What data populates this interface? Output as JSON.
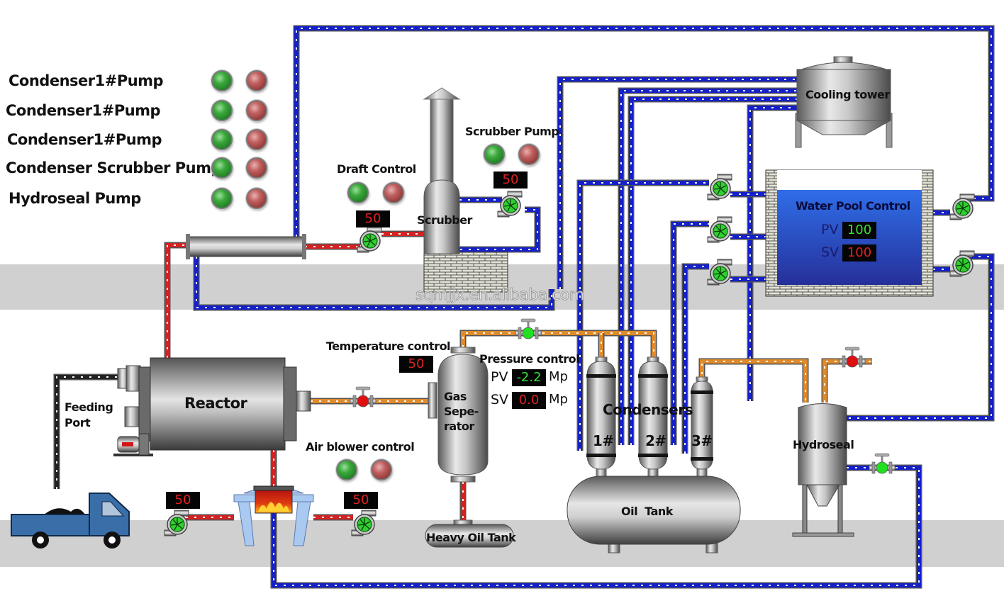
{
  "pump_panel": [
    {
      "label": "Condenser1#Pump",
      "run_state": "on",
      "stop_state": "off"
    },
    {
      "label": "Condenser1#Pump",
      "run_state": "on",
      "stop_state": "off"
    },
    {
      "label": "Condenser1#Pump",
      "run_state": "on",
      "stop_state": "off"
    },
    {
      "label": "Condenser Scrubber Pump",
      "run_state": "on",
      "stop_state": "off"
    },
    {
      "label": "Hydroseal Pump",
      "run_state": "on",
      "stop_state": "off"
    }
  ],
  "draft_control": {
    "label": "Draft Control",
    "value": "50"
  },
  "scrubber_pump": {
    "label": "Scrubber Pump",
    "value": "50"
  },
  "scrubber": {
    "label": "Scrubber"
  },
  "cooling_tower": {
    "label": "Cooling tower"
  },
  "water_pool": {
    "label": "Water Pool Control",
    "pv_label": "PV",
    "pv_value": "100",
    "sv_label": "SV",
    "sv_value": "100"
  },
  "temperature_control": {
    "label": "Temperature control",
    "value": "50"
  },
  "pressure_control": {
    "label": "Pressure control",
    "pv_label": "PV",
    "pv_value": "-2.2",
    "pv_unit": "Mp",
    "sv_label": "SV",
    "sv_value": "0.0",
    "sv_unit": "Mp"
  },
  "gas_separator": {
    "line1": "Gas",
    "line2": "Sepe-",
    "line3": "rator"
  },
  "reactor": {
    "label": "Reactor"
  },
  "feeding_port": {
    "line1": "Feeding",
    "line2": "Port"
  },
  "air_blower": {
    "label": "Air blower control",
    "left_value": "50",
    "right_value": "50"
  },
  "heavy_oil_tank": {
    "label": "Heavy Oil Tank"
  },
  "condensers": {
    "label": "Condensers",
    "units": [
      "1#",
      "2#",
      "3#"
    ]
  },
  "oil_tank": {
    "label": "Oil  Tank"
  },
  "hydroseal": {
    "label": "Hydroseal"
  },
  "watermark": "sqmjjx.en.alibaba.com",
  "colors": {
    "water_pipe": "#1520c8",
    "hot_pipe": "#d42222",
    "oil_pipe": "#e08a2a",
    "feed_pipe": "#222222",
    "pool_top": "#2f6ee8",
    "pool_bottom": "#26309a",
    "floor_band": "#d0d0d0",
    "lamp_green": "#2e9a33",
    "lamp_red": "#a84444",
    "valve_red": "#e01010",
    "valve_green": "#20e020"
  }
}
